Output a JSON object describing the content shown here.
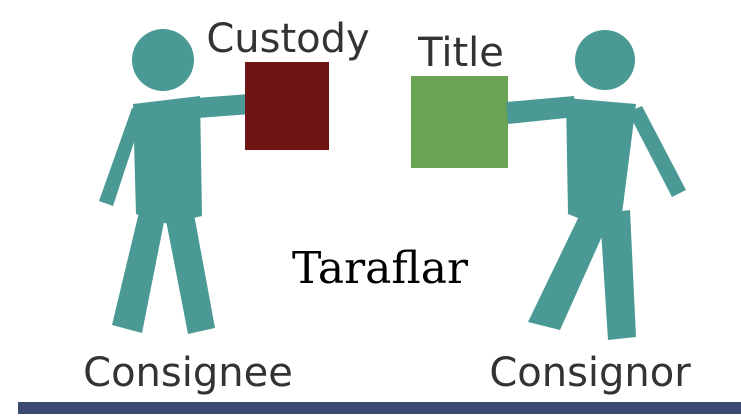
{
  "diagram": {
    "center_label": "Taraflar",
    "left_party": {
      "name": "Consignee",
      "holds": "Custody"
    },
    "right_party": {
      "name": "Consignor",
      "holds": "Title"
    }
  },
  "colors": {
    "figure": "#4a9995",
    "custody_box": "#6f1515",
    "title_box": "#6aa352",
    "base_line": "#3b4a70",
    "label_text": "#333333",
    "center_text": "#000000"
  },
  "icons": {
    "left_figure": "person-holding-icon",
    "right_figure": "person-holding-icon",
    "custody_box": "square",
    "title_box": "square"
  }
}
